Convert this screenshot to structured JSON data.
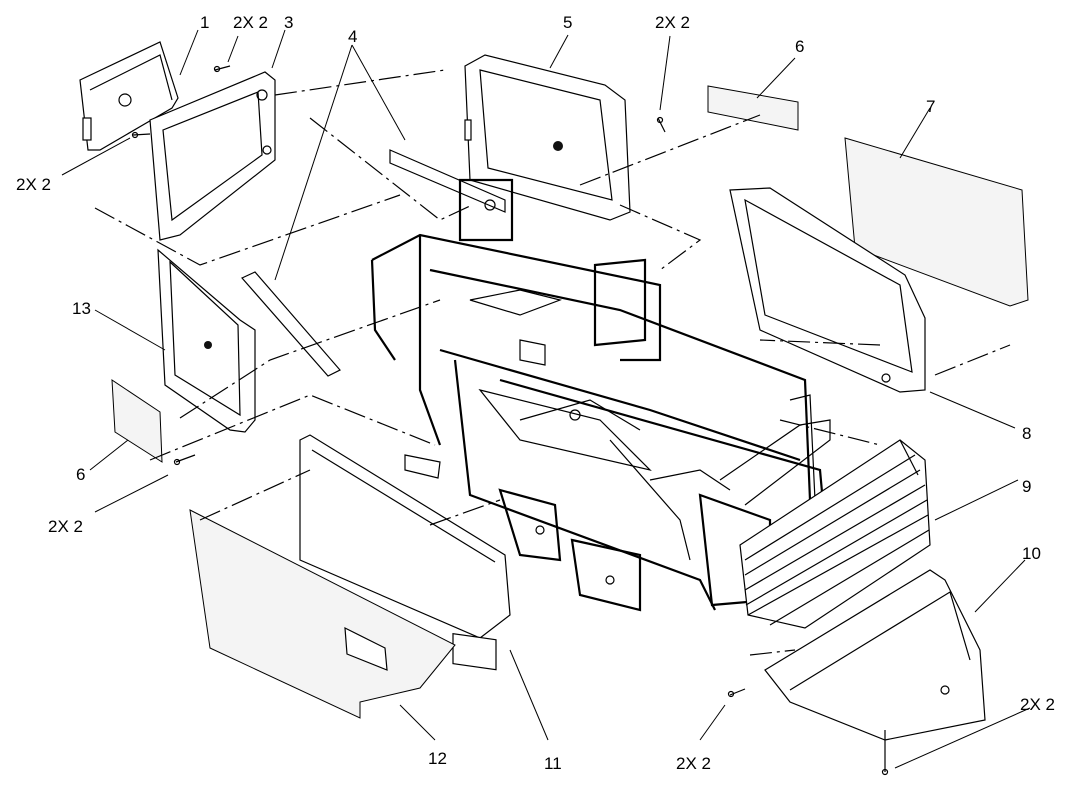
{
  "callouts": {
    "c1": "1",
    "c2x2_top_left": "2X 2",
    "c3": "3",
    "c4": "4",
    "c5": "5",
    "c2x2_top_mid": "2X 2",
    "c6_top": "6",
    "c7": "7",
    "c2x2_left": "2X 2",
    "c13": "13",
    "c8": "8",
    "c9": "9",
    "c6_bottom": "6",
    "c2x2_bottom_left": "2X 2",
    "c10": "10",
    "c2x2_bottom_right": "2X 2",
    "c12": "12",
    "c11": "11",
    "c2x2_bottom_mid": "2X 2"
  }
}
